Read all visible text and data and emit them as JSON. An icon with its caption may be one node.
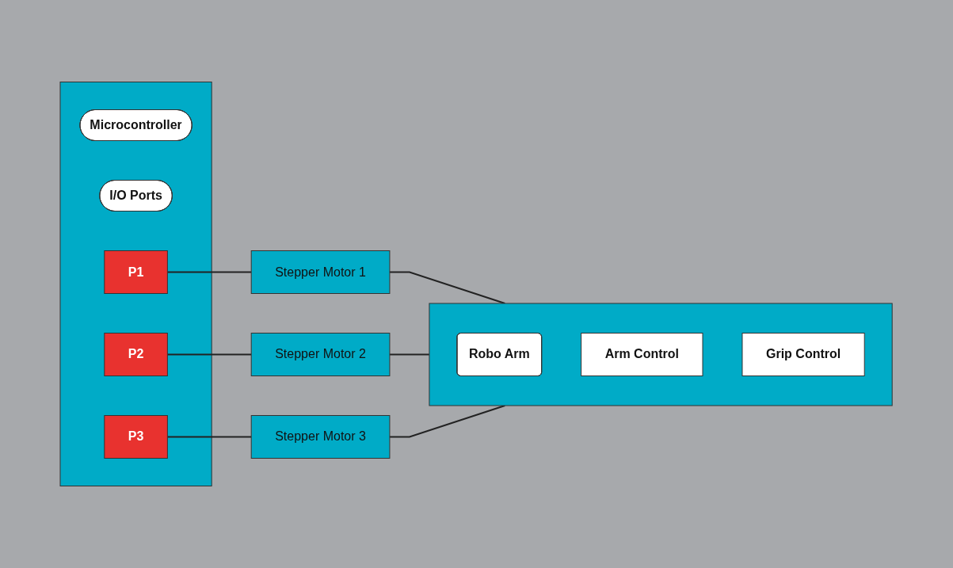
{
  "diagram": {
    "nodes": [
      {
        "text": [],
        "shape": "box"
      },
      {
        "text": [
          "Microcontroller"
        ],
        "in": 0
      },
      {
        "text": [
          "I/O Ports"
        ],
        "in": 0
      },
      {
        "text": [
          "P1"
        ],
        "in": 0
      },
      {
        "text": [
          "P2"
        ],
        "in": 0
      },
      {
        "text": [
          "P3"
        ],
        "in": 0
      },
      {
        "text": [
          "Stepper Motor 1"
        ]
      },
      {
        "text": [
          "Stepper Motor 2"
        ]
      },
      {
        "text": [
          "Stepper Motor 3"
        ]
      },
      {
        "text": [],
        "shape": "box"
      },
      {
        "text": [
          "Robo Arm"
        ],
        "in": 9
      },
      {
        "text": [
          "Arm Control"
        ],
        "in": 9
      },
      {
        "text": [
          "Grip Control"
        ],
        "in": 9
      }
    ],
    "edges": [
      {
        "from": 3,
        "to": 6,
        "arrow": "none"
      },
      {
        "from": 6,
        "to": 9,
        "arrow": "none"
      },
      {
        "from": 4,
        "to": 7,
        "arrow": "none"
      },
      {
        "from": 7,
        "to": 9,
        "arrow": "none"
      },
      {
        "from": 5,
        "to": 8,
        "arrow": "none"
      },
      {
        "from": 8,
        "to": 9,
        "arrow": "none"
      }
    ]
  }
}
